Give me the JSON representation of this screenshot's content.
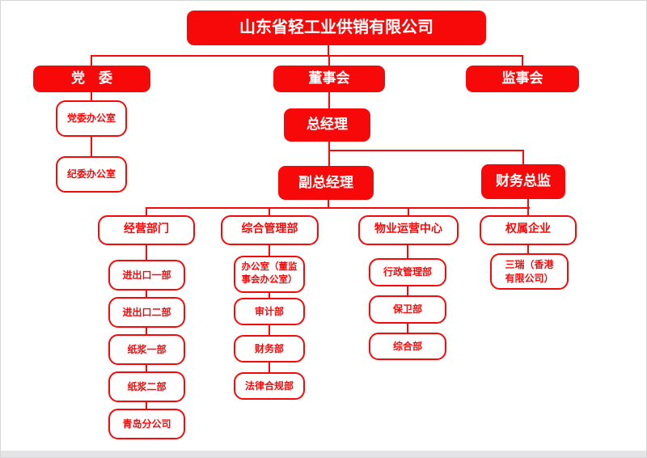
{
  "colors": {
    "accent_red": "#f70909",
    "solid_box_text": "#ffffff",
    "page_border": "#d6d6d8",
    "bottom_strip": "#e4e4e7"
  },
  "org": {
    "title": "山东省轻工业供销有限公司",
    "party_committee": "党　委",
    "board_of_directors": "董事会",
    "supervisory_board": "监事会",
    "party_office": "党委办公室",
    "discipline_office": "纪委办公室",
    "general_manager": "总经理",
    "deputy_general_manager": "副总经理",
    "finance_director": "财务总监",
    "groups": {
      "operations": "经营部门",
      "general_admin": "综合管理部",
      "property_center": "物业运营中心",
      "subsidiaries": "权属企业"
    },
    "operations_depts": [
      "进出口一部",
      "进出口二部",
      "纸浆一部",
      "纸浆二部",
      "青岛分公司"
    ],
    "admin_depts": [
      "办公室（董监\n事会办公室）",
      "审计部",
      "财务部",
      "法律合规部"
    ],
    "property_depts": [
      "行政管理部",
      "保卫部",
      "综合部"
    ],
    "subsidiary_companies": [
      "三瑞（香港\n有限公司）"
    ]
  }
}
